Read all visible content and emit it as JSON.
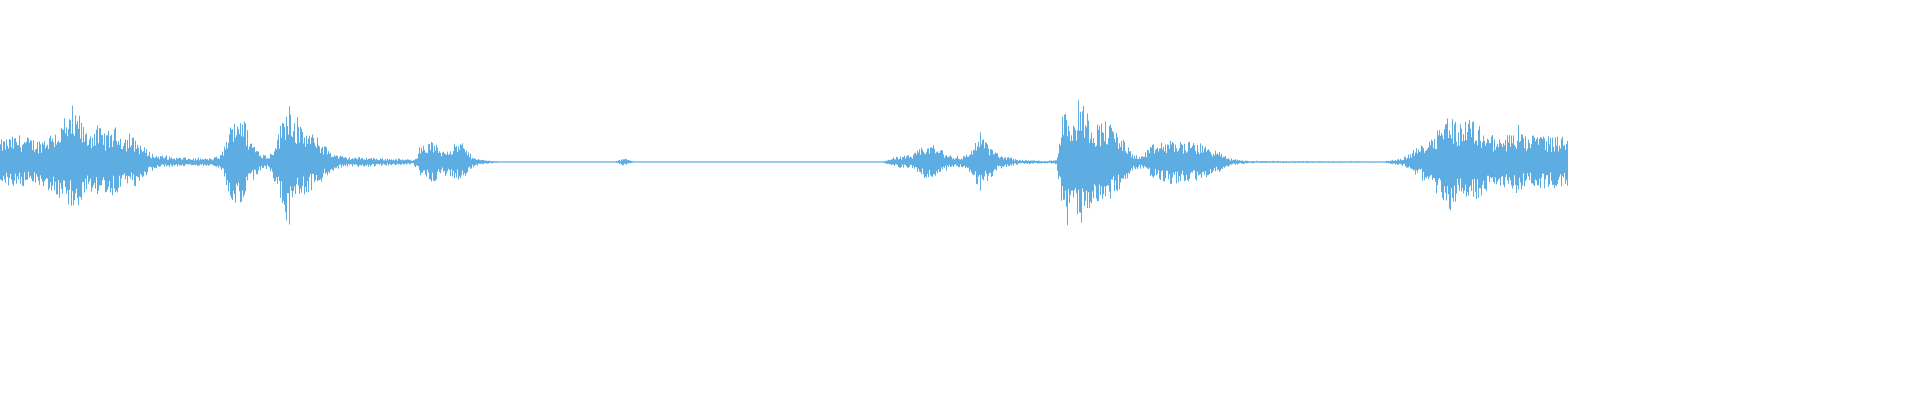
{
  "waveform": {
    "color": "#5dade2",
    "background": "#ffffff",
    "clip_end_fraction": 0.8167,
    "envelope": [
      [
        0.0,
        0.18
      ],
      [
        0.01,
        0.22
      ],
      [
        0.02,
        0.18
      ],
      [
        0.03,
        0.28
      ],
      [
        0.035,
        0.35
      ],
      [
        0.04,
        0.38
      ],
      [
        0.045,
        0.25
      ],
      [
        0.05,
        0.3
      ],
      [
        0.055,
        0.24
      ],
      [
        0.06,
        0.28
      ],
      [
        0.065,
        0.22
      ],
      [
        0.07,
        0.2
      ],
      [
        0.075,
        0.12
      ],
      [
        0.08,
        0.06
      ],
      [
        0.09,
        0.04
      ],
      [
        0.1,
        0.03
      ],
      [
        0.11,
        0.03
      ],
      [
        0.115,
        0.06
      ],
      [
        0.12,
        0.3
      ],
      [
        0.125,
        0.45
      ],
      [
        0.13,
        0.2
      ],
      [
        0.135,
        0.08
      ],
      [
        0.14,
        0.05
      ],
      [
        0.145,
        0.25
      ],
      [
        0.15,
        0.55
      ],
      [
        0.155,
        0.3
      ],
      [
        0.16,
        0.25
      ],
      [
        0.165,
        0.2
      ],
      [
        0.17,
        0.12
      ],
      [
        0.175,
        0.06
      ],
      [
        0.18,
        0.04
      ],
      [
        0.19,
        0.04
      ],
      [
        0.2,
        0.03
      ],
      [
        0.215,
        0.02
      ],
      [
        0.22,
        0.14
      ],
      [
        0.225,
        0.17
      ],
      [
        0.23,
        0.1
      ],
      [
        0.235,
        0.14
      ],
      [
        0.24,
        0.16
      ],
      [
        0.245,
        0.06
      ],
      [
        0.25,
        0.02
      ],
      [
        0.26,
        0.005
      ],
      [
        0.32,
        0.005
      ],
      [
        0.325,
        0.03
      ],
      [
        0.33,
        0.005
      ],
      [
        0.46,
        0.005
      ],
      [
        0.465,
        0.04
      ],
      [
        0.475,
        0.06
      ],
      [
        0.48,
        0.12
      ],
      [
        0.485,
        0.15
      ],
      [
        0.49,
        0.1
      ],
      [
        0.495,
        0.05
      ],
      [
        0.5,
        0.04
      ],
      [
        0.505,
        0.08
      ],
      [
        0.51,
        0.25
      ],
      [
        0.515,
        0.14
      ],
      [
        0.52,
        0.06
      ],
      [
        0.525,
        0.04
      ],
      [
        0.53,
        0.02
      ],
      [
        0.545,
        0.01
      ],
      [
        0.55,
        0.02
      ],
      [
        0.555,
        0.6
      ],
      [
        0.558,
        0.25
      ],
      [
        0.562,
        0.55
      ],
      [
        0.565,
        0.45
      ],
      [
        0.57,
        0.3
      ],
      [
        0.575,
        0.35
      ],
      [
        0.58,
        0.28
      ],
      [
        0.585,
        0.18
      ],
      [
        0.59,
        0.06
      ],
      [
        0.595,
        0.05
      ],
      [
        0.6,
        0.14
      ],
      [
        0.61,
        0.18
      ],
      [
        0.62,
        0.16
      ],
      [
        0.625,
        0.15
      ],
      [
        0.63,
        0.12
      ],
      [
        0.635,
        0.08
      ],
      [
        0.64,
        0.03
      ],
      [
        0.645,
        0.02
      ],
      [
        0.65,
        0.01
      ],
      [
        0.72,
        0.005
      ],
      [
        0.73,
        0.03
      ],
      [
        0.74,
        0.14
      ],
      [
        0.745,
        0.22
      ],
      [
        0.75,
        0.32
      ],
      [
        0.755,
        0.4
      ],
      [
        0.76,
        0.3
      ],
      [
        0.765,
        0.38
      ],
      [
        0.77,
        0.3
      ],
      [
        0.775,
        0.25
      ],
      [
        0.78,
        0.18
      ],
      [
        0.785,
        0.22
      ],
      [
        0.79,
        0.25
      ],
      [
        0.795,
        0.2
      ],
      [
        0.8,
        0.23
      ],
      [
        0.805,
        0.22
      ],
      [
        0.81,
        0.21
      ],
      [
        0.8167,
        0.21
      ]
    ]
  }
}
